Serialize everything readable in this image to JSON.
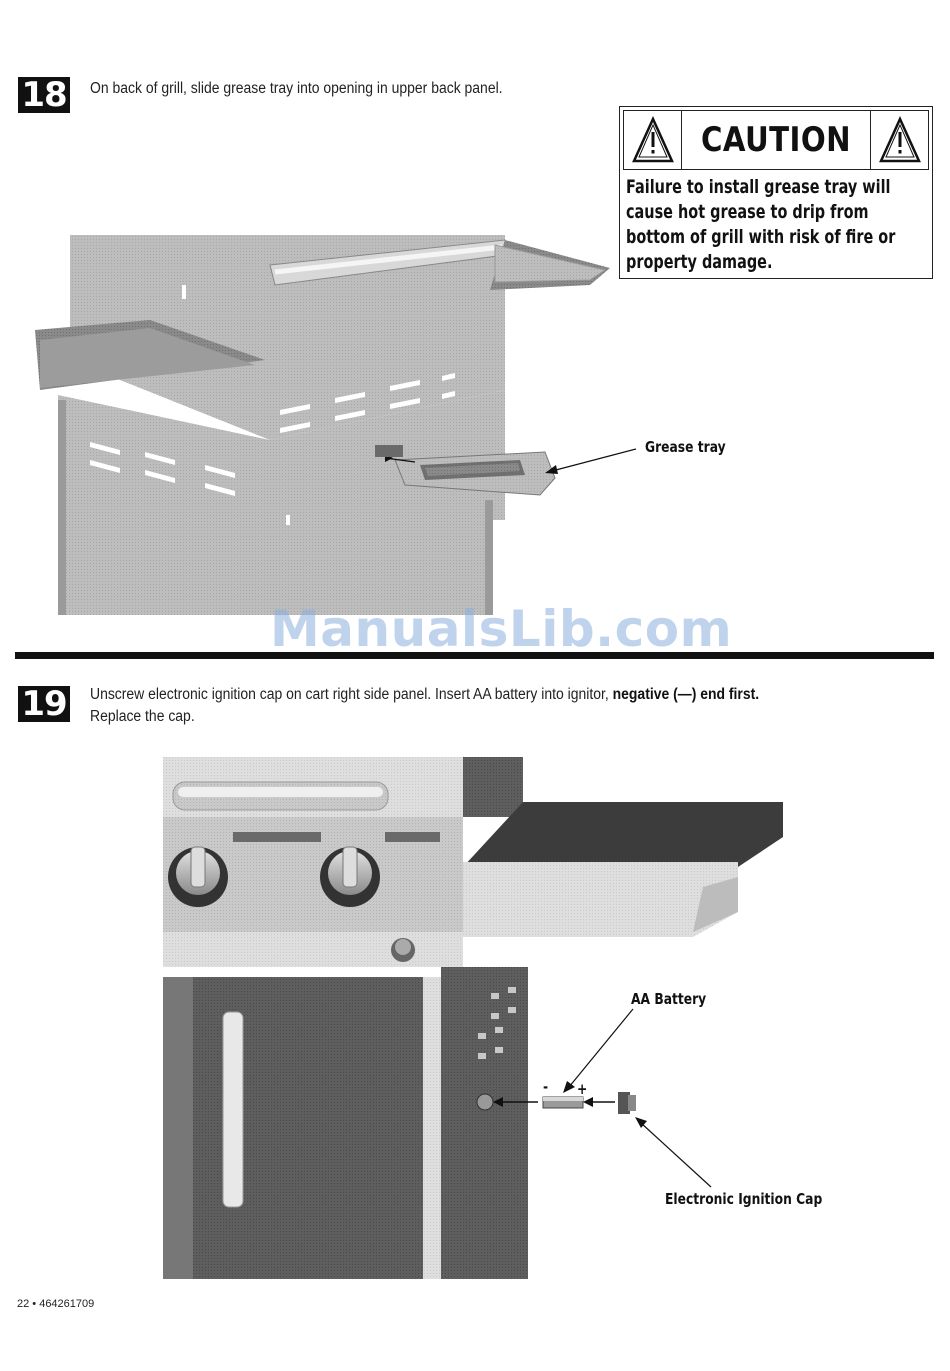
{
  "steps": [
    {
      "number": "18",
      "text": "On back of grill, slide grease tray into opening in upper back panel."
    },
    {
      "number": "19",
      "text_before": "Unscrew electronic ignition cap on cart right side panel. Insert AA battery into ignitor, ",
      "text_bold": "negative (—) end first",
      "text_after": ".",
      "text_line2": "Replace the cap."
    }
  ],
  "caution": {
    "title": "CAUTION",
    "icon": "warning-triangle-icon",
    "body": "Failure to install grease tray will cause hot grease to drip from bottom of grill with risk of fire or property damage."
  },
  "labels": {
    "grease_tray": "Grease tray",
    "aa_battery": "AA Battery",
    "minus": "-",
    "plus": "+",
    "ignition_cap": "Electronic Ignition Cap"
  },
  "watermark": "ManualsLib.com",
  "footer": "22 • 464261709"
}
